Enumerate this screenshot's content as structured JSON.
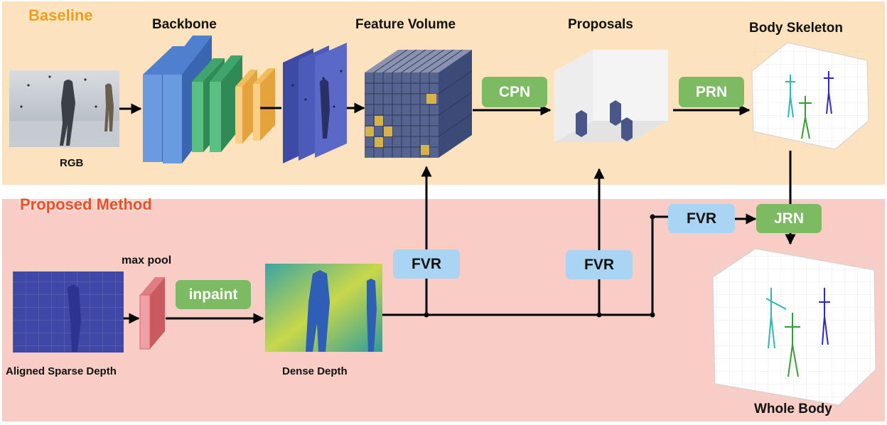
{
  "sections": {
    "baseline": "Baseline",
    "proposed": "Proposed Method"
  },
  "labels": {
    "backbone": "Backbone",
    "feature_volume": "Feature Volume",
    "proposals": "Proposals",
    "body_skeleton": "Body Skeleton",
    "rgb": "RGB",
    "max_pool": "max pool",
    "aligned_sparse_depth": "Aligned Sparse Depth",
    "dense_depth": "Dense Depth",
    "whole_body": "Whole Body"
  },
  "modules": {
    "cpn": "CPN",
    "prn": "PRN",
    "inpaint": "inpaint",
    "fvr_1": "FVR",
    "fvr_2": "FVR",
    "fvr_3": "FVR",
    "jrn": "JRN"
  },
  "colors": {
    "baseline_bg": "#fde3bd",
    "proposed_bg": "#f8cdc6",
    "baseline_title": "#f59b1c",
    "proposed_title": "#e8512c",
    "module_green": "#7cbb62",
    "module_blue": "#a9d4f2"
  }
}
